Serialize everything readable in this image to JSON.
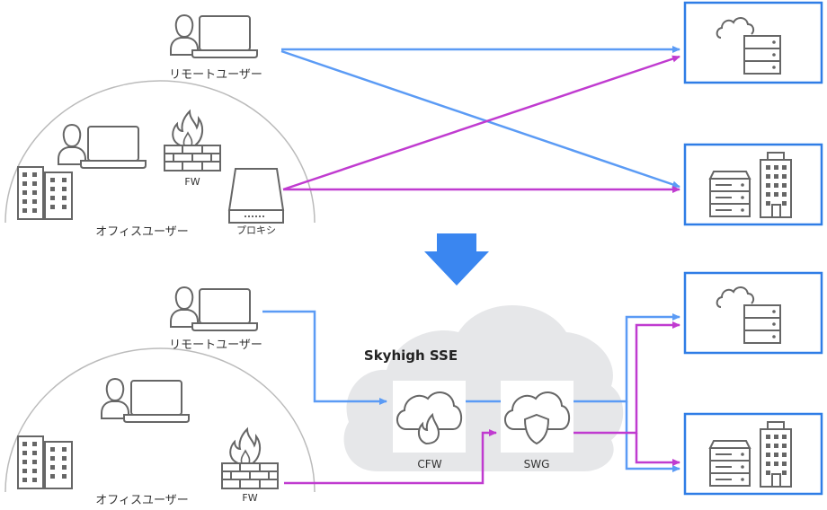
{
  "labels": {
    "remote_user_top": "リモートユーザー",
    "office_user_top": "オフィスユーザー",
    "fw_top": "FW",
    "proxy": "プロキシ",
    "remote_user_bottom": "リモートユーザー",
    "office_user_bottom": "オフィスユーザー",
    "fw_bottom": "FW",
    "cloud_title": "Skyhigh SSE",
    "cfw": "CFW",
    "swg": "SWG"
  },
  "colors": {
    "blue_line": "#5b9bf5",
    "magenta_line": "#c03bd0",
    "box_border": "#2f7de6",
    "icon_gray": "#666666",
    "dome": "#bbbbbb",
    "cloud_fill": "#e6e7e9",
    "down_arrow": "#3a86f0"
  },
  "icons": {
    "user": "user-icon",
    "laptop": "laptop-icon",
    "firewall": "firewall-icon",
    "proxy": "proxy-appliance-icon",
    "buildings": "office-building-icon",
    "cloud_server": "cloud-server-icon",
    "datacenter": "datacenter-building-icon",
    "cfw": "cloud-firewall-icon",
    "swg": "secure-web-gateway-icon",
    "arrow": "down-arrow-icon"
  }
}
